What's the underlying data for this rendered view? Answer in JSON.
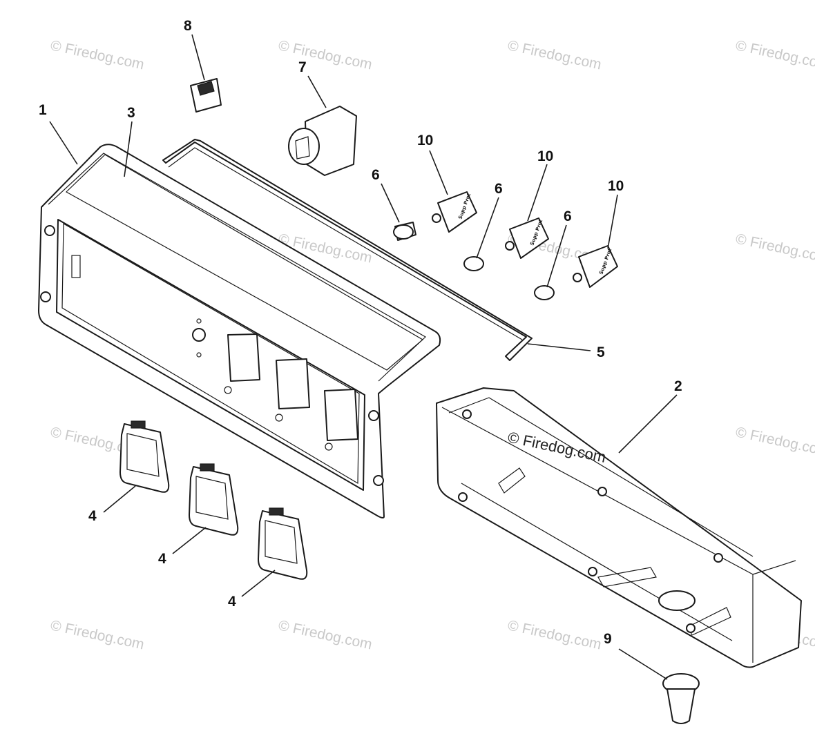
{
  "watermark": {
    "text": "© Firedog.com",
    "main_text": "© Firedog.com"
  },
  "breaker_label": "Supp Prot",
  "callouts": [
    {
      "id": "1",
      "label": "1"
    },
    {
      "id": "2",
      "label": "2"
    },
    {
      "id": "3",
      "label": "3"
    },
    {
      "id": "4a",
      "label": "4"
    },
    {
      "id": "4b",
      "label": "4"
    },
    {
      "id": "4c",
      "label": "4"
    },
    {
      "id": "5",
      "label": "5"
    },
    {
      "id": "6a",
      "label": "6"
    },
    {
      "id": "6b",
      "label": "6"
    },
    {
      "id": "6c",
      "label": "6"
    },
    {
      "id": "7",
      "label": "7"
    },
    {
      "id": "8",
      "label": "8"
    },
    {
      "id": "9",
      "label": "9"
    },
    {
      "id": "10a",
      "label": "10"
    },
    {
      "id": "10b",
      "label": "10"
    },
    {
      "id": "10c",
      "label": "10"
    }
  ]
}
